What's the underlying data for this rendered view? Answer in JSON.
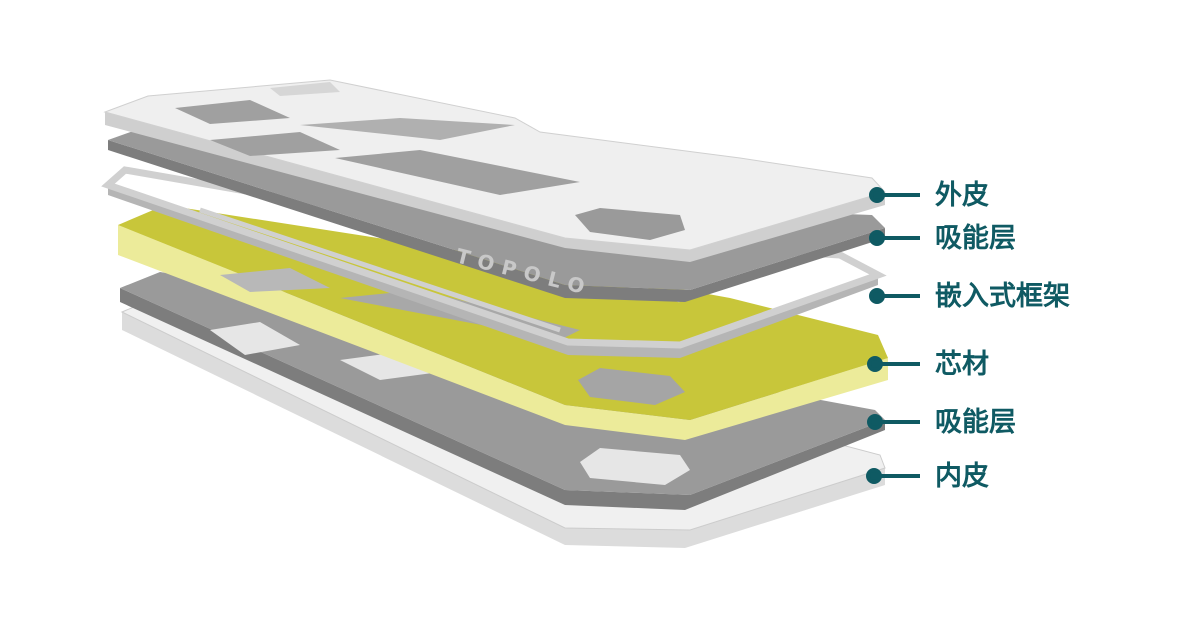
{
  "watermark": "TOPOLO",
  "colors": {
    "label": "#0f5a63",
    "skin": "#efefef",
    "absorber": "#9a9a9a",
    "core": "#c8c63a",
    "core_edge": "#eceb9a",
    "frame": "#d6d6d6"
  },
  "layers": [
    {
      "id": "outer-skin",
      "label": "外皮"
    },
    {
      "id": "absorber-top",
      "label": "吸能层"
    },
    {
      "id": "frame",
      "label": "嵌入式框架"
    },
    {
      "id": "core",
      "label": "芯材"
    },
    {
      "id": "absorber-bottom",
      "label": "吸能层"
    },
    {
      "id": "inner-skin",
      "label": "内皮"
    }
  ]
}
